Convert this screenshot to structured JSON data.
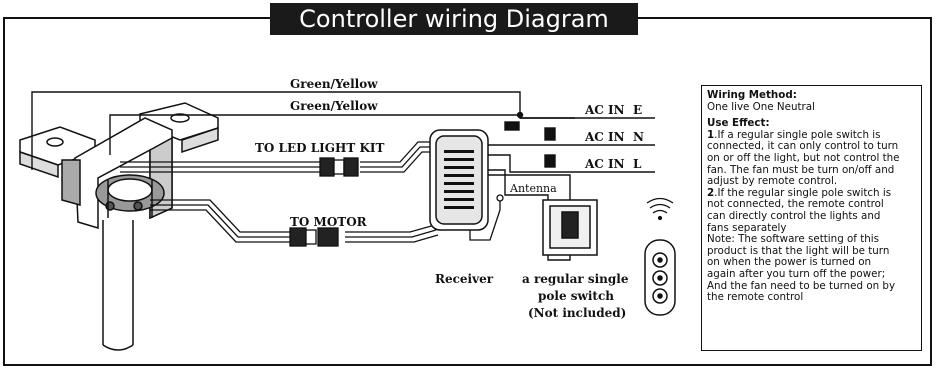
{
  "title": "Controller wiring Diagram",
  "wire_labels": {
    "ground_top": "Green/Yellow",
    "ground_second": "Green/Yellow",
    "led_kit": "TO LED LIGHT KIT",
    "motor": "TO MOTOR",
    "antenna": "Antenna"
  },
  "ac_lines": [
    {
      "label": "AC IN  E"
    },
    {
      "label": "AC IN  N"
    },
    {
      "label": "AC IN  L"
    }
  ],
  "components": {
    "receiver": "Receiver",
    "switch_line1": "a regular single",
    "switch_line2": "pole switch",
    "switch_line3": "(Not included)"
  },
  "info": {
    "wiring_heading": "Wiring Method:",
    "wiring_text": "One live One Neutral",
    "use_heading": "Use Effect:",
    "p1_num": "1",
    "p1_lines": [
      ".If a regular single pole switch is",
      "connected, it can only control to turn",
      "on or off the light, but not control the",
      "fan. The fan must be turn on/off and",
      "adjust by remote control."
    ],
    "p2_num": "2",
    "p2_lines": [
      ".If the regular single pole switch  is",
      "not connected, the remote control",
      "can directly control the lights and",
      "fans separately"
    ],
    "note_lines": [
      "Note: The software setting of this",
      "product is that the light will be turn",
      "on when the power is turned on",
      "again after you turn off the power;",
      "And the fan need to be turned on by",
      "the remote control"
    ]
  }
}
